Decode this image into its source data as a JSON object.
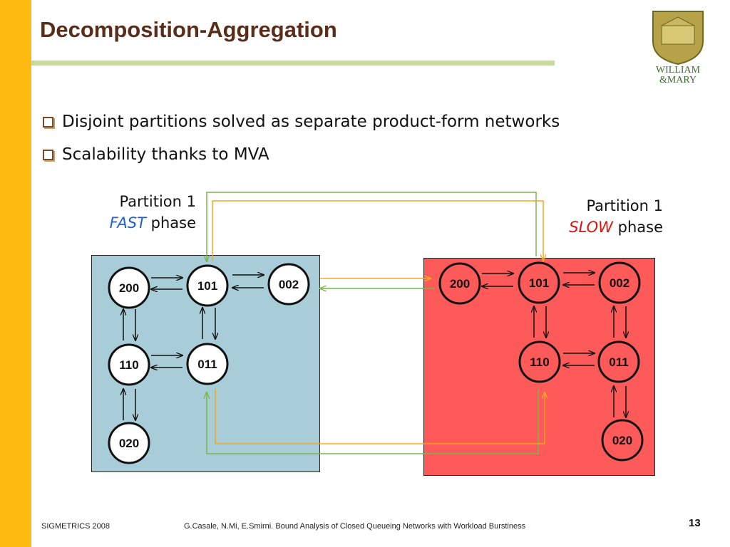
{
  "slide": {
    "title": "Decomposition-Aggregation",
    "logo_text_1": "WILLIAM",
    "logo_text_2": "&MARY",
    "bullets": [
      "Disjoint partitions solved as separate product-form networks",
      "Scalability thanks to MVA"
    ]
  },
  "diagram": {
    "fast_label_line1": "Partition 1",
    "fast_label_em": "FAST",
    "fast_label_rest": " phase",
    "slow_label_line1": "Partition 1",
    "slow_label_em": "SLOW",
    "slow_label_rest": " phase",
    "fast_nodes": [
      "200",
      "101",
      "002",
      "110",
      "011",
      "020"
    ],
    "slow_nodes": [
      "200",
      "101",
      "002",
      "110",
      "011",
      "020"
    ],
    "colors": {
      "fast_panel": "#a8ccd8",
      "slow_panel": "#ff5a5a",
      "green_line": "#7ab648",
      "orange_line": "#f5a623"
    }
  },
  "footer": {
    "left": "SIGMETRICS 2008",
    "center": "G.Casale, N.Mi, E.Smirni. Bound Analysis of Closed Queueing Networks with Workload Burstiness",
    "page": "13"
  }
}
